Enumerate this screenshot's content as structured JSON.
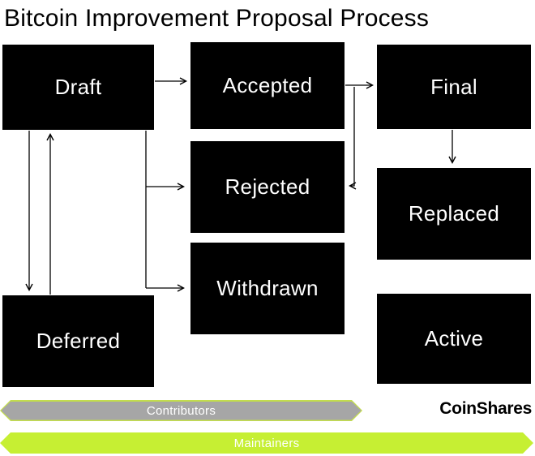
{
  "title": "Bitcoin Improvement Proposal Process",
  "nodes": [
    {
      "id": "draft",
      "label": "Draft"
    },
    {
      "id": "accepted",
      "label": "Accepted"
    },
    {
      "id": "final",
      "label": "Final"
    },
    {
      "id": "rejected",
      "label": "Rejected"
    },
    {
      "id": "replaced",
      "label": "Replaced"
    },
    {
      "id": "withdrawn",
      "label": "Withdrawn"
    },
    {
      "id": "deferred",
      "label": "Deferred"
    },
    {
      "id": "active",
      "label": "Active"
    }
  ],
  "edges": [
    "Draft -> Accepted",
    "Accepted -> Final",
    "Accepted -> Rejected",
    "Draft -> Rejected",
    "Draft -> Withdrawn",
    "Draft -> Deferred",
    "Deferred -> Draft",
    "Final -> Replaced"
  ],
  "banners": {
    "contributors": "Contributors",
    "maintainers": "Maintainers"
  },
  "logo": "CoinShares",
  "colors": {
    "node_bg": "#000000",
    "node_text": "#ffffff",
    "arrow": "#000000",
    "contributors_fill": "#a6a6a6",
    "contributors_border": "#c3dd4d",
    "maintainers_fill": "#c6ef33",
    "banner_text": "#ffffff"
  }
}
